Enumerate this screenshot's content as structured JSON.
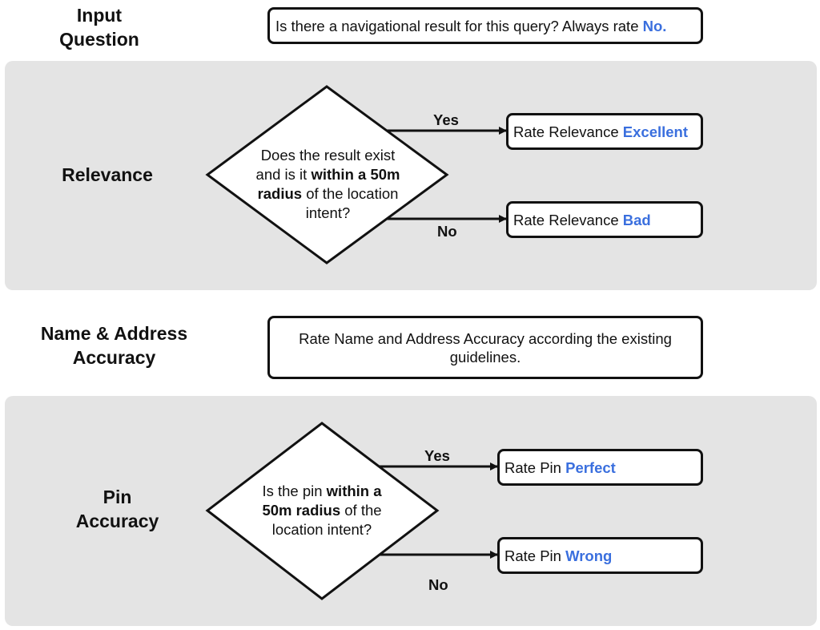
{
  "input": {
    "label": "Input\nQuestion",
    "box_text": "Is there a navigational result for this query? Always rate ",
    "box_highlight": "No."
  },
  "relevance": {
    "label": "Relevance",
    "question": {
      "part1": "Does the result exist and is it ",
      "bold1": "within a 50m radius",
      "part2": " of the location intent?"
    },
    "yes_label": "Yes",
    "no_label": "No",
    "yes_outcome": {
      "prefix": "Rate Relevance ",
      "value": "Excellent"
    },
    "no_outcome": {
      "prefix": "Rate Relevance ",
      "value": "Bad"
    }
  },
  "name_address": {
    "label": "Name & Address\nAccuracy",
    "box_text": "Rate Name and Address Accuracy according the existing guidelines."
  },
  "pin": {
    "label": "Pin\nAccuracy",
    "question": {
      "part1": "Is the pin ",
      "bold1": "within a 50m radius",
      "part2": " of the location intent?"
    },
    "yes_label": "Yes",
    "no_label": "No",
    "yes_outcome": {
      "prefix": "Rate Pin ",
      "value": "Perfect"
    },
    "no_outcome": {
      "prefix": "Rate Pin ",
      "value": "Wrong"
    }
  },
  "colors": {
    "panel": "#e4e4e4",
    "highlight": "#3a6fde",
    "stroke": "#111111"
  }
}
